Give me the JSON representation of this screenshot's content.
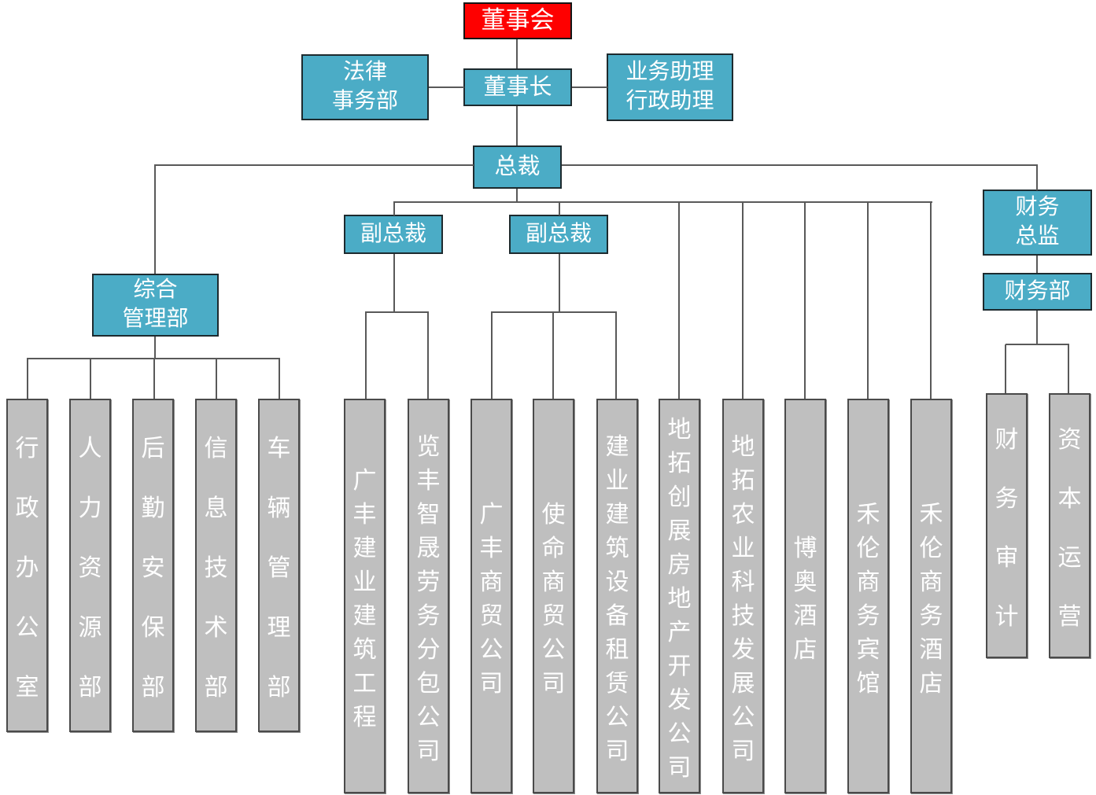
{
  "colors": {
    "board_fill": "#FE0000",
    "exec_fill": "#4BACC6",
    "unit_fill": "#BFBFBF",
    "line": "#595959",
    "text": "#FFFFFF"
  },
  "org": {
    "board": {
      "label": "董事会"
    },
    "legal": {
      "lines": [
        "法律",
        "事务部"
      ]
    },
    "chairman": {
      "label": "董事长"
    },
    "assistants": {
      "lines": [
        "业务助理",
        "行政助理"
      ]
    },
    "president": {
      "label": "总裁"
    },
    "vp1": {
      "label": "副总裁"
    },
    "vp2": {
      "label": "副总裁"
    },
    "general_admin": {
      "lines": [
        "综合",
        "管理部"
      ]
    },
    "cfo": {
      "lines": [
        "财务",
        "总监"
      ]
    },
    "finance_dept": {
      "label": "财务部"
    },
    "admin_units": [
      "行政办公室",
      "人力资源部",
      "后勤安保部",
      "信息技术部",
      "车辆管理部"
    ],
    "subsidiaries": [
      "广丰建业建筑工程",
      "览丰智晟劳务分包公司",
      "广丰商贸公司",
      "使命商贸公司",
      "建业建筑设备租赁公司",
      "地拓创展房地产开发公司",
      "地拓农业科技发展公司",
      "博奥酒店",
      "禾伦商务宾馆",
      "禾伦商务酒店"
    ],
    "finance_units": [
      "财务审计",
      "资本运营"
    ]
  }
}
